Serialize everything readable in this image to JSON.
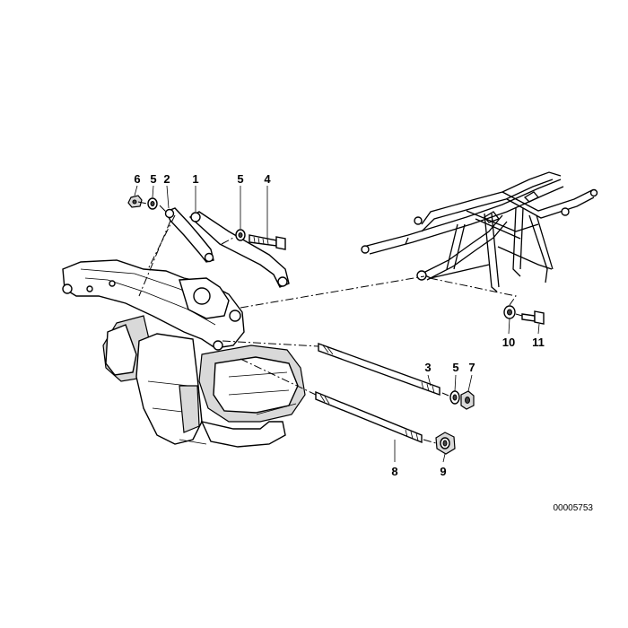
{
  "diagram": {
    "reference_number": "00005753",
    "callouts": [
      {
        "id": "c6a",
        "label": "6"
      },
      {
        "id": "c5a",
        "label": "5"
      },
      {
        "id": "c2",
        "label": "2"
      },
      {
        "id": "c1",
        "label": "1"
      },
      {
        "id": "c5b",
        "label": "5"
      },
      {
        "id": "c4",
        "label": "4"
      },
      {
        "id": "c3",
        "label": "3"
      },
      {
        "id": "c5c",
        "label": "5"
      },
      {
        "id": "c7",
        "label": "7"
      },
      {
        "id": "c8",
        "label": "8"
      },
      {
        "id": "c9",
        "label": "9"
      },
      {
        "id": "c10",
        "label": "10"
      },
      {
        "id": "c11",
        "label": "11"
      }
    ]
  }
}
